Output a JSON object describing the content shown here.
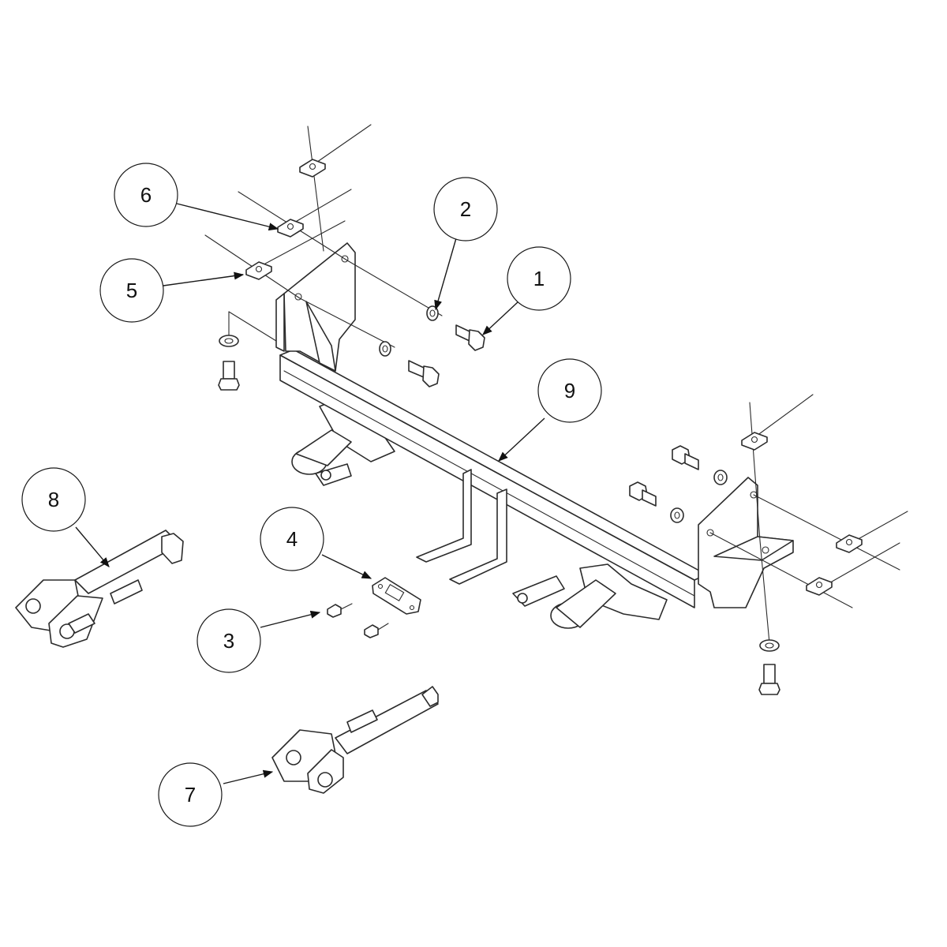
{
  "diagram": {
    "type": "exploded-assembly",
    "balloons": [
      {
        "id": "balloon-1",
        "label": "1"
      },
      {
        "id": "balloon-2",
        "label": "2"
      },
      {
        "id": "balloon-3",
        "label": "3"
      },
      {
        "id": "balloon-4",
        "label": "4"
      },
      {
        "id": "balloon-5",
        "label": "5"
      },
      {
        "id": "balloon-6",
        "label": "6"
      },
      {
        "id": "balloon-7",
        "label": "7"
      },
      {
        "id": "balloon-8",
        "label": "8"
      },
      {
        "id": "balloon-9",
        "label": "9"
      }
    ]
  },
  "colors": {
    "line": "#2b2b2b",
    "background": "#ffffff"
  }
}
